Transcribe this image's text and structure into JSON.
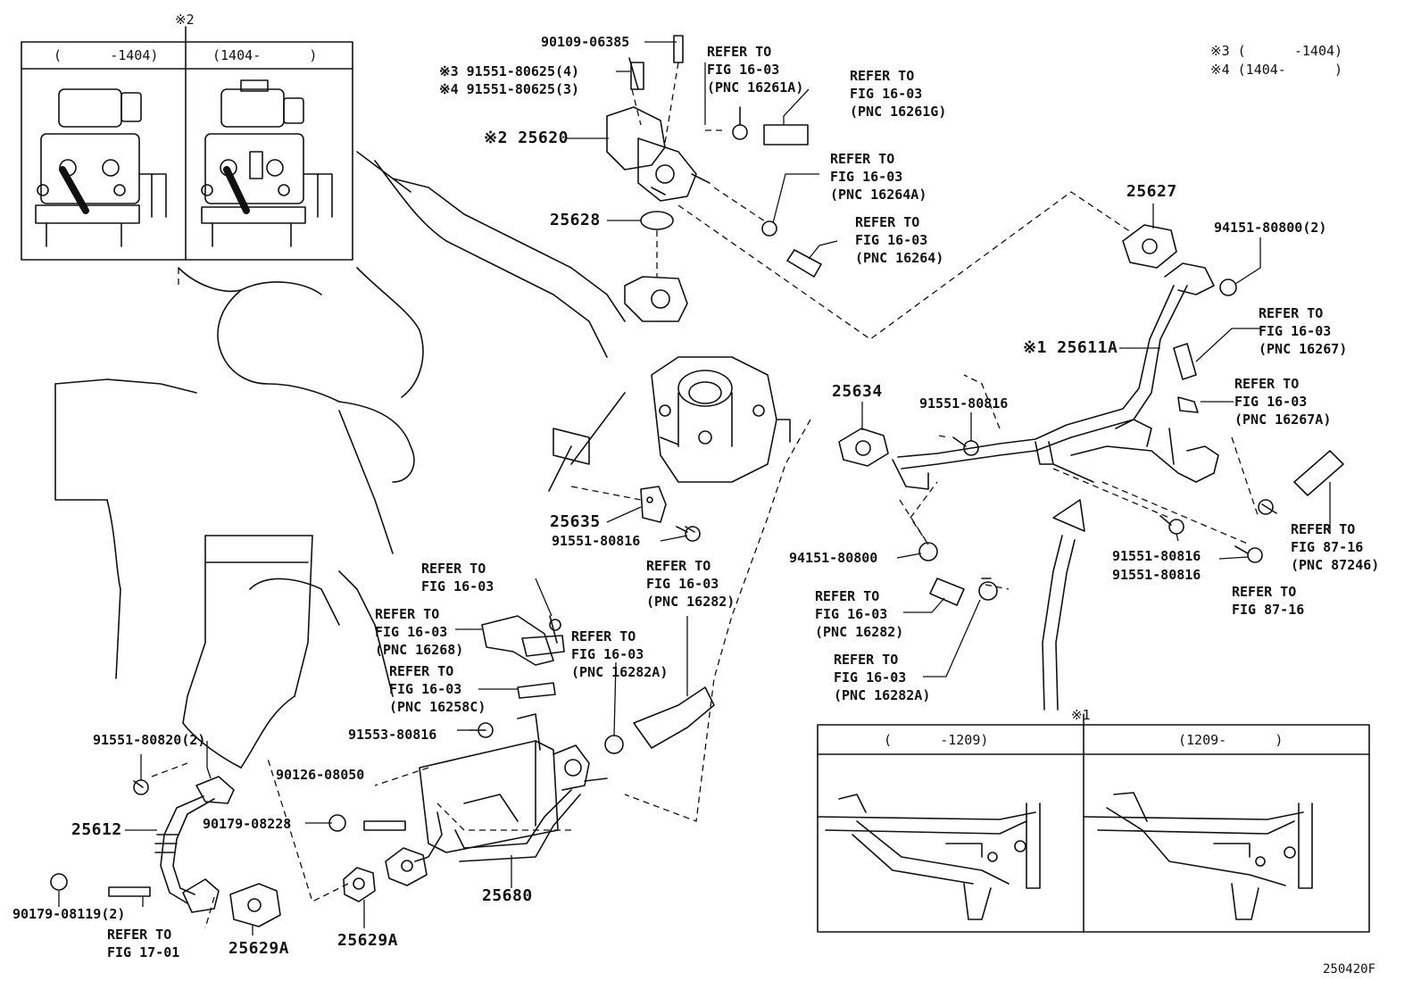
{
  "inset_top_left": {
    "mark": "※2",
    "left_header": "(      -1404)",
    "right_header": "(1404-      )"
  },
  "inset_bottom_right": {
    "mark": "※1",
    "left_header": "(      -1209)",
    "right_header": "(1209-      )"
  },
  "legend": {
    "note3": "※3 (      -1404)",
    "note4": "※4 (1404-      )"
  },
  "figure_id": "250420F",
  "parts": {
    "p90109_06385": "90109-06385",
    "p91551_80625_3": "※3 91551-80625(4)",
    "p91551_80625_4": "※4 91551-80625(3)",
    "p25620": "※2 25620",
    "p25628": "25628",
    "p25627": "25627",
    "p94151_80800_2": "94151-80800(2)",
    "p25611A": "※1 25611A",
    "p25634": "25634",
    "p91551_80816_a": "91551-80816",
    "p25635": "25635",
    "p91551_80816_b": "91551-80816",
    "p94151_80800": "94151-80800",
    "p91551_80816_c": "91551-80816",
    "p91551_80816_d": "91551-80816",
    "p91553_80816": "91553-80816",
    "p91551_80820_2": "91551-80820(2)",
    "p90126_08050": "90126-08050",
    "p90179_08228": "90179-08228",
    "p25612": "25612",
    "p90179_08119_2": "90179-08119(2)",
    "p25629A_a": "25629A",
    "p25629A_b": "25629A",
    "p25680": "25680"
  },
  "refs": {
    "r1": "REFER TO\nFIG 16-03\n(PNC 16261A)",
    "r2": "REFER TO\nFIG 16-03\n(PNC 16261G)",
    "r3": "REFER TO\nFIG 16-03\n(PNC 16264A)",
    "r4": "REFER TO\nFIG 16-03\n(PNC 16264)",
    "r5": "REFER TO\nFIG 16-03\n(PNC 16267)",
    "r6": "REFER TO\nFIG 16-03\n(PNC 16267A)",
    "r7": "REFER TO\nFIG 87-16\n(PNC 87246)",
    "r8": "REFER TO\nFIG 87-16",
    "r9": "REFER TO\nFIG 16-03",
    "r10": "REFER TO\nFIG 16-03\n(PNC 16268)",
    "r11": "REFER TO\nFIG 16-03\n(PNC 16282A)",
    "r12": "REFER TO\nFIG 16-03\n(PNC 16282)",
    "r13": "REFER TO\nFIG 16-03\n(PNC 16258C)",
    "r14": "REFER TO\nFIG 16-03\n(PNC 16282)",
    "r15": "REFER TO\nFIG 16-03\n(PNC 16282A)",
    "r16": "REFER TO\nFIG 17-01"
  }
}
